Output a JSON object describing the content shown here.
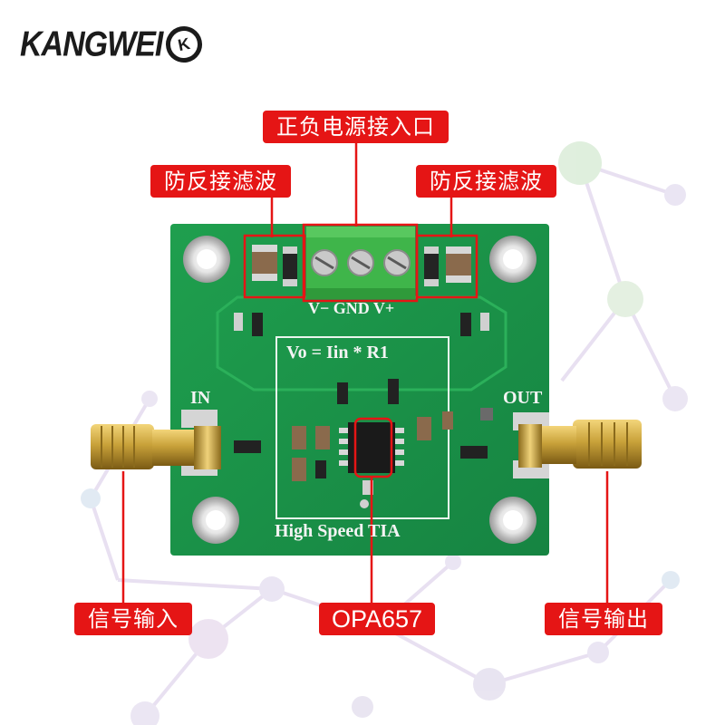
{
  "brand": {
    "logo_text": "KANGWEI",
    "badge_text": "K"
  },
  "labels": {
    "power_input": "正负电源接入口",
    "filter_left": "防反接滤波",
    "filter_right": "防反接滤波",
    "signal_in": "信号输入",
    "chip": "OPA657",
    "signal_out": "信号输出"
  },
  "pcb": {
    "terminal_label": "V− GND V+",
    "formula": "Vo = Iin * R1",
    "title": "High Speed TIA",
    "in_label": "IN",
    "out_label": "OUT"
  },
  "colors": {
    "tag_red": "#e51515",
    "pcb_green": "#1e9a4a",
    "terminal_green": "#3fb54a",
    "brass": "#c9a23a"
  }
}
